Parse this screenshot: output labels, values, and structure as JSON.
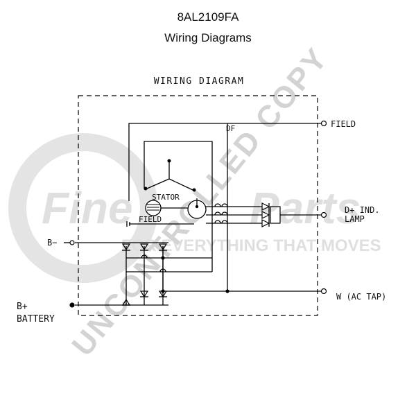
{
  "header": {
    "part_number": "8AL2109FA",
    "title": "Wiring Diagrams"
  },
  "diagram": {
    "heading": "WIRING DIAGRAM",
    "labels": {
      "df": "DF",
      "stator": "STATOR",
      "field_internal": "FIELD"
    },
    "terminals": {
      "field": "FIELD",
      "d_plus_line1": "D+ IND.",
      "d_plus_line2": "LAMP",
      "w_ac_tap": "W (AC TAP)",
      "b_minus": "B−",
      "b_plus_line1": "B+",
      "b_plus_line2": "BATTERY"
    }
  },
  "watermark": {
    "brand_left": "Fine",
    "brand_right": "Parts",
    "tagline": "FOR EVERYTHING THAT MOVES",
    "stamp": "UNCONTROLLED COPY",
    "brand_color": "#d9d9d9",
    "stamp_color": "#c8c8c8"
  }
}
